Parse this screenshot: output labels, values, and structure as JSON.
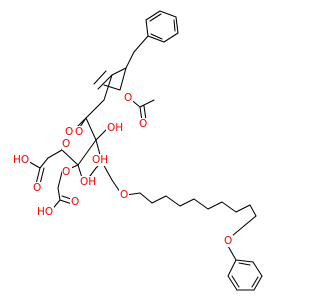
{
  "structure": {
    "colors": {
      "bond": "#000000",
      "carbon": "#000000",
      "oxygen": "#ff0000",
      "background": "#ffffff"
    },
    "atom_labels": {
      "ho_c2_acid": "HO",
      "o_c2_acid": "O",
      "ho_c3_acid": "HO",
      "o_c3_acid": "O",
      "o_bridge": "O",
      "o_ring": "O",
      "o_ketal": "O",
      "oh_c4": "OH",
      "oh_c5": "OH",
      "oh_c6": "OH",
      "o_ether": "O",
      "o_phenoxy": "O",
      "o_acetate_ester": "O",
      "o_acetate_carbonyl": "O",
      "o_extra": "O"
    }
  }
}
